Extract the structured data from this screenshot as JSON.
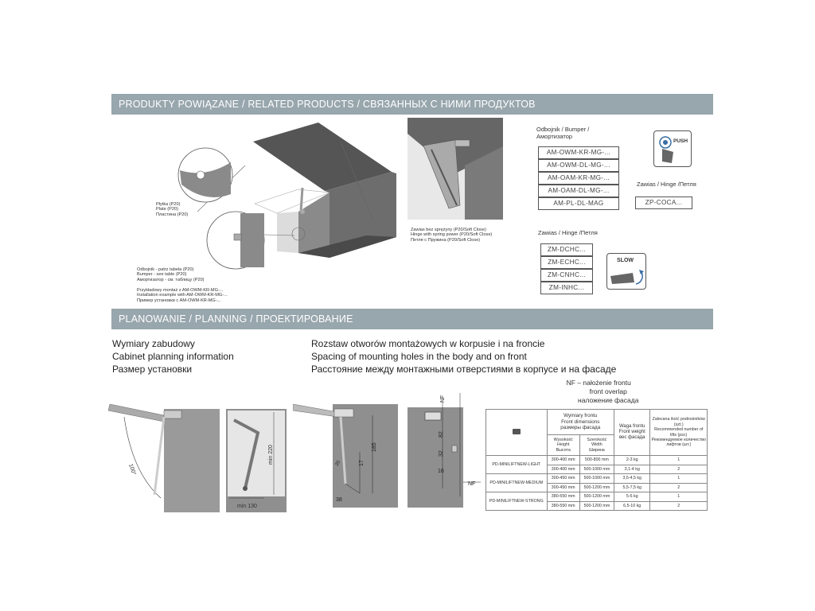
{
  "section1": {
    "title": "PRODUKTY POWIĄZANE / RELATED PRODUCTS / СВЯЗАННЫХ С НИМИ ПРОДУКТОВ"
  },
  "section2": {
    "title": "PLANOWANIE / PLANNING / ПРОЕКТИРОВАНИЕ"
  },
  "callouts": {
    "plate": [
      "Płytka (P20)",
      "Plate (P20)",
      "Пластина (P20)"
    ],
    "bumper_ref": [
      "Odbojnik - patrz tabela (P20)",
      "Bumper - see table (P20)",
      "Амортизатор - см. таблицу (P20)"
    ],
    "install": [
      "Przykładowy montaż z AM-OWM-KR-MG-...",
      "Installation example with AM-OWM-KR-MG-...",
      "Пример установки с AM-OWM-KR-MG-..."
    ],
    "hinge_spring": [
      "Zawias bez sprężyny (P20/Soft Close)",
      "Hinge with spring power (P20/Soft Close)",
      "Петля с Пружина (P20/Soft Close)"
    ]
  },
  "bumper": {
    "title": [
      "Odbojnik / Bumper /",
      "Амортизатор"
    ],
    "codes": [
      "AM-OWM-KR-MG-...",
      "AM-OWM-DL-MG-...",
      "AM-OAM-KR-MG-...",
      "AM-OAM-DL-MG-...",
      "AM-PL-DL-MAG"
    ]
  },
  "hinge_push": {
    "title": "Zawias / Hinge /Петля",
    "code": "ZP-COCA...",
    "icon_label": "PUSH"
  },
  "hinge_slow": {
    "title": "Zawias / Hinge /Петля",
    "codes": [
      "ZM-DCHC...",
      "ZM-ECHC...",
      "ZM-CNHC...",
      "ZM-INHC..."
    ],
    "icon_label": "SLOW"
  },
  "planning": {
    "left": [
      "Wymiary zabudowy",
      "Cabinet planning information",
      "Размер установки"
    ],
    "right": [
      "Rozstaw otworów montażowych w korpusie i na froncie",
      "Spacing of mounting holes in the body and on front",
      "Расстояние между монтажными отверстиями в корпусе и на фасаде"
    ]
  },
  "nf_note": [
    "NF – nałożenie frontu",
    "front overlap",
    "наложение фасада"
  ],
  "dims": {
    "angle": "100°",
    "min220": "min 220",
    "min130": "min 130",
    "d17": "17",
    "d185": "185",
    "d20": "20",
    "d38": "38",
    "d82": "82",
    "d32": "32",
    "d16": "16",
    "nf": "NF"
  },
  "table": {
    "h_front": [
      "Wymiary frontu",
      "Front dimensions",
      "размеры фасада"
    ],
    "h_height": [
      "Wysokość",
      "Height",
      "Высота"
    ],
    "h_width": [
      "Szerokość",
      "Width",
      "Ширина"
    ],
    "h_weight": [
      "Waga frontu",
      "Front weight",
      "вес фасада"
    ],
    "h_count": [
      "Zalecana ilość podnośników (szt.)",
      "Recommended number of lifts (psc)",
      "Рекомендуемое количество лифтов (шт.)"
    ],
    "groups": [
      {
        "name": "PD-MINILIFTNEW-LIGHT",
        "rows": [
          {
            "height": "300-400 mm",
            "width": "500-800 mm",
            "weight": "2-3 kg",
            "count": "1"
          },
          {
            "height": "300-400 mm",
            "width": "500-1000 mm",
            "weight": "3,1-4 kg",
            "count": "2"
          }
        ]
      },
      {
        "name": "PD-MINILIFTNEW-MEDIUM",
        "rows": [
          {
            "height": "300-450 mm",
            "width": "500-1000 mm",
            "weight": "3,5-4,5 kg",
            "count": "1"
          },
          {
            "height": "300-450 mm",
            "width": "500-1200 mm",
            "weight": "5,5-7,5 kg",
            "count": "2"
          }
        ]
      },
      {
        "name": "PD-MINILIFTNEW-STRONG",
        "rows": [
          {
            "height": "380-550 mm",
            "width": "500-1200 mm",
            "weight": "5-6 kg",
            "count": "1"
          },
          {
            "height": "380-550 mm",
            "width": "500-1200 mm",
            "weight": "6,5-10 kg",
            "count": "2"
          }
        ]
      }
    ]
  },
  "colors": {
    "bar": "#98a6ad",
    "cabinet": "#5a5a5a",
    "panel": "#7b7b7b",
    "line": "#555555"
  }
}
